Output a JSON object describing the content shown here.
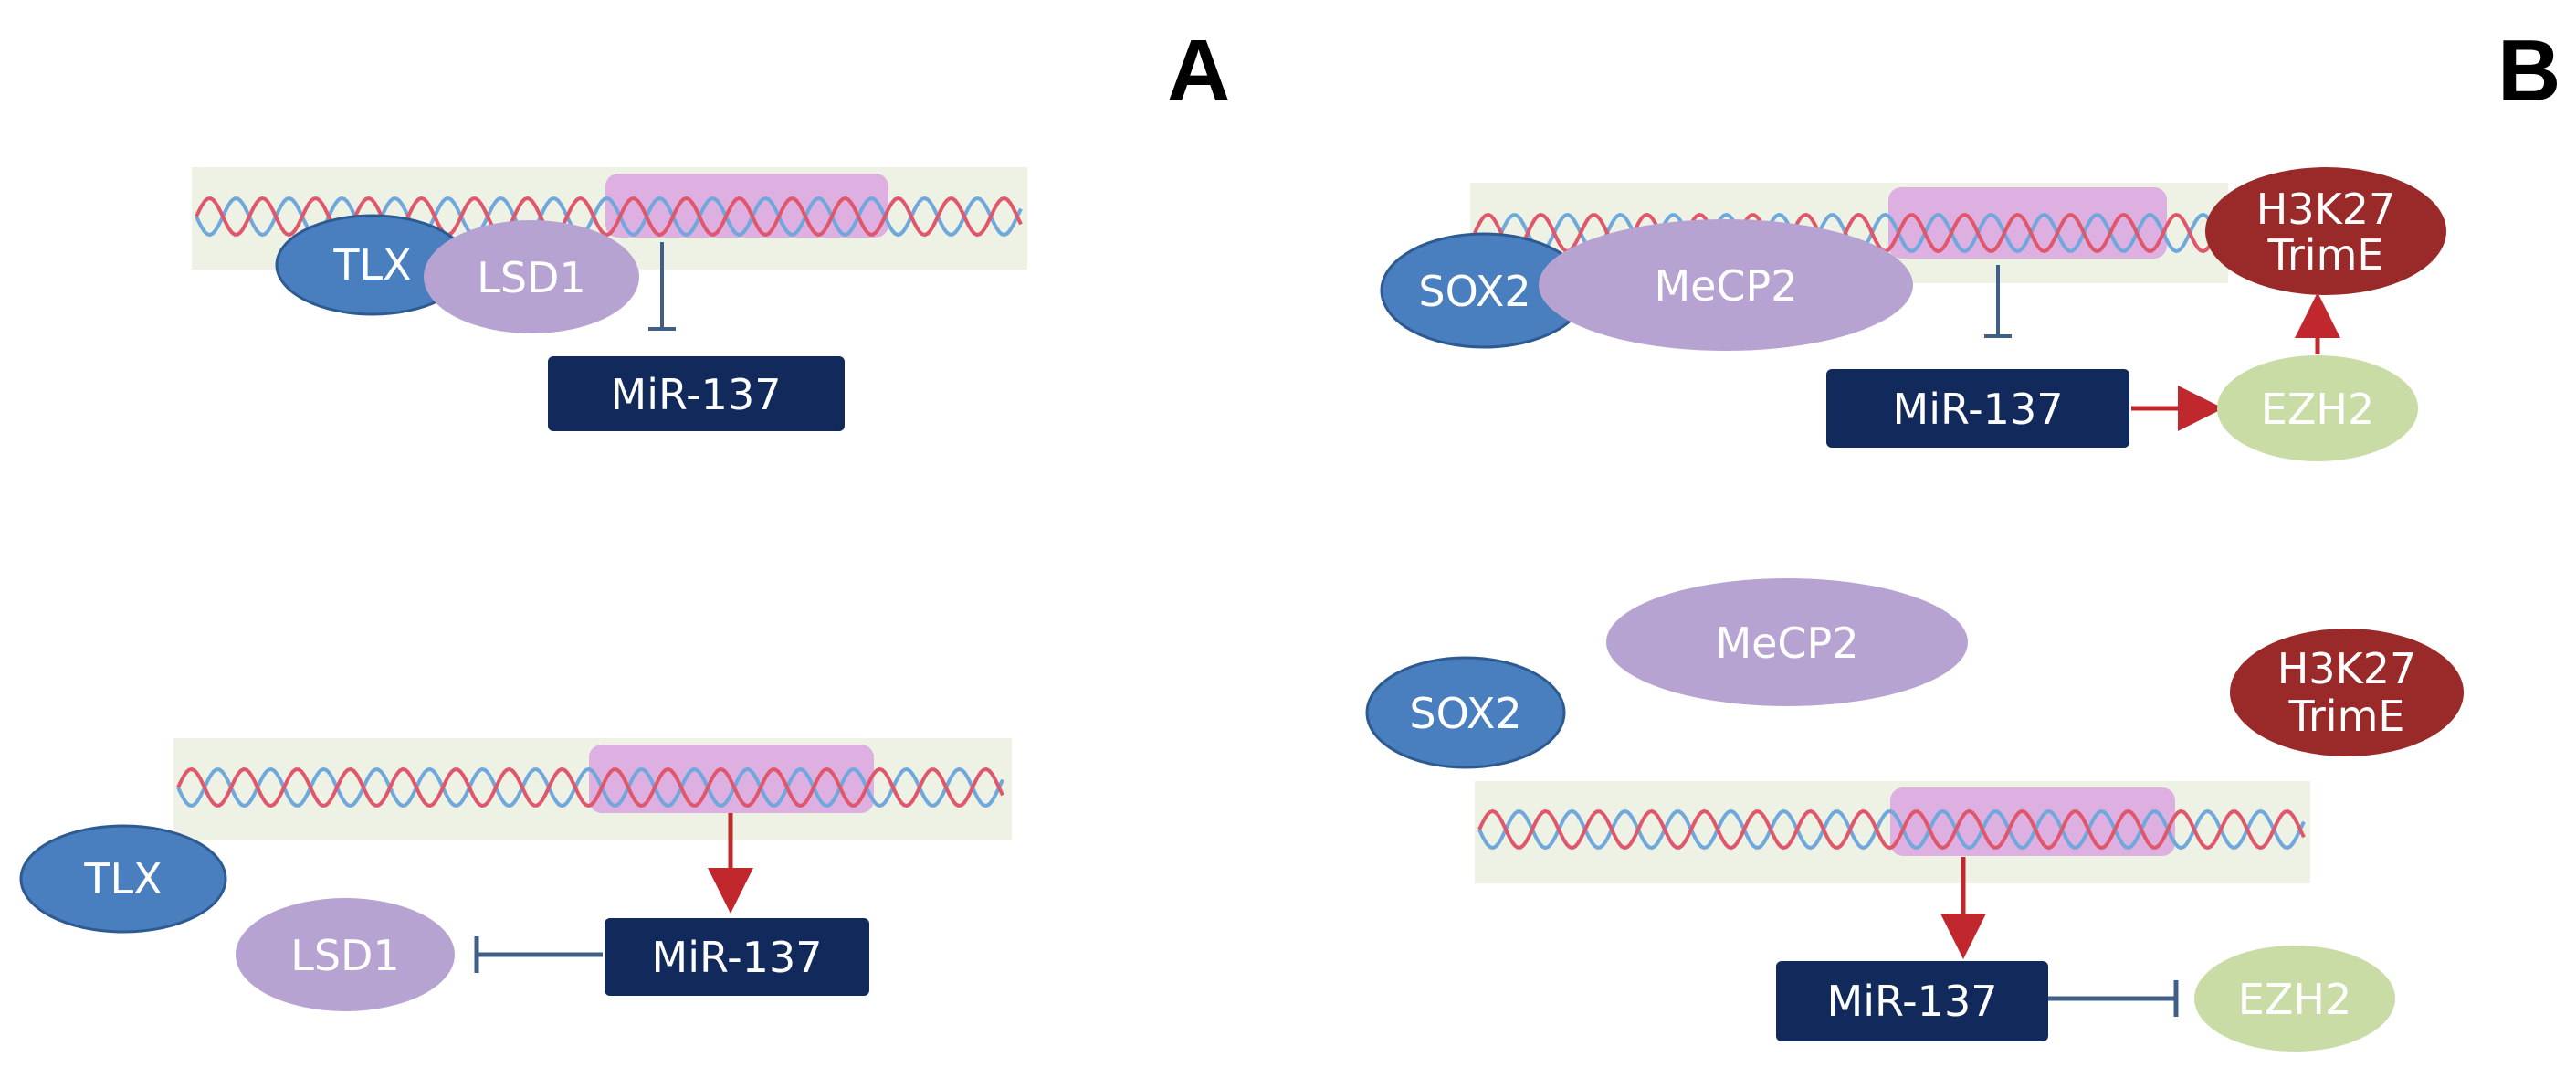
{
  "panels": [
    {
      "id": "A",
      "letter": "A"
    },
    {
      "id": "B",
      "letter": "B"
    }
  ],
  "nodes": {
    "a_top_tlx": "TLX",
    "a_top_lsd1": "LSD1",
    "a_top_mir": "MiR-137",
    "a_bot_tlx": "TLX",
    "a_bot_lsd1": "LSD1",
    "a_bot_mir": "MiR-137",
    "b_top_sox2": "SOX2",
    "b_top_mecp2": "MeCP2",
    "b_top_h3k27_line1": "H3K27",
    "b_top_h3k27_line2": "TrimE",
    "b_top_mir": "MiR-137",
    "b_top_ezh2": "EZH2",
    "b_bot_sox2": "SOX2",
    "b_bot_mecp2": "MeCP2",
    "b_bot_h3k27_line1": "H3K27",
    "b_bot_h3k27_line2": "TrimE",
    "b_bot_mir": "MiR-137",
    "b_bot_ezh2": "EZH2"
  },
  "colors": {
    "dna_band": "#eef2e4",
    "dna_strand_red": "#e0566a",
    "dna_strand_blue": "#6fa8dc",
    "promoter": "#d9a4e0",
    "tlx_sox2": "#4a7fbf",
    "lsd1_mecp2": "#b7a3d1",
    "mir_box": "#12295c",
    "h3k27": "#9a2a2a",
    "ezh2": "#c9dca6",
    "activation_arrow": "#c0282d",
    "inhibition_line": "#3f5f87"
  }
}
